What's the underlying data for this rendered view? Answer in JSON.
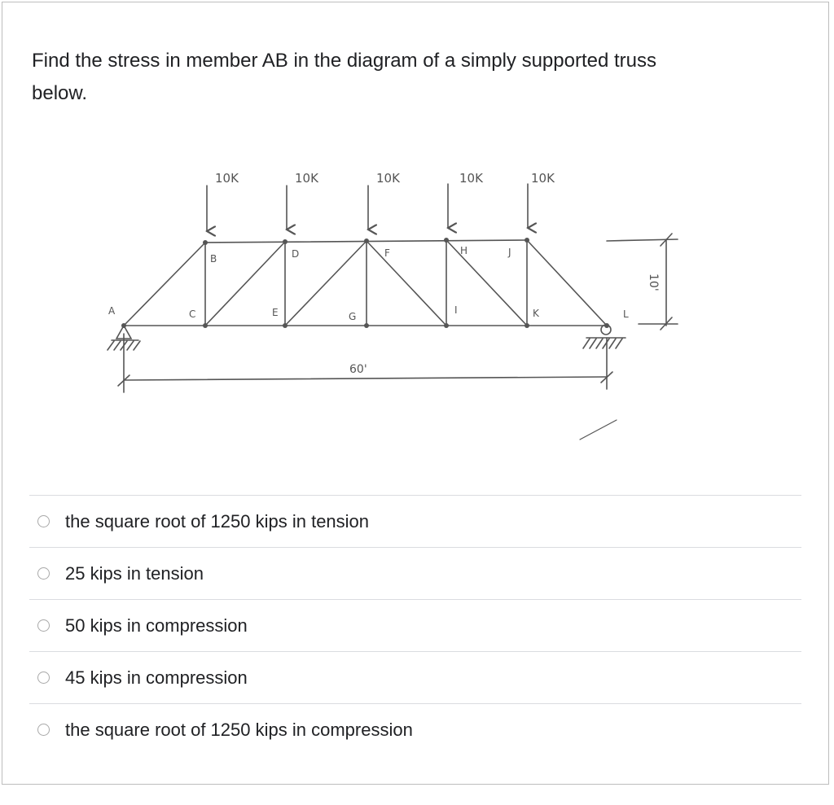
{
  "question": {
    "line1": "Find the stress in member AB in the diagram of a simply supported truss",
    "line2": "below."
  },
  "diagram": {
    "loads": [
      "10K",
      "10K",
      "10K",
      "10K",
      "10K"
    ],
    "nodes": [
      "A",
      "B",
      "C",
      "D",
      "E",
      "F",
      "G",
      "H",
      "I",
      "J",
      "K",
      "L"
    ],
    "span_label": "60'",
    "height_label": "10'",
    "ink_color": "#555555"
  },
  "options": [
    {
      "label": "the square root of 1250 kips in tension",
      "selected": false
    },
    {
      "label": "25 kips in tension",
      "selected": false
    },
    {
      "label": "50 kips in compression",
      "selected": false
    },
    {
      "label": "45 kips in compression",
      "selected": false
    },
    {
      "label": "the square root of 1250 kips in compression",
      "selected": false
    }
  ],
  "colors": {
    "text": "#202124",
    "divider": "#dadce0",
    "radio_border": "#a8a8a8"
  }
}
